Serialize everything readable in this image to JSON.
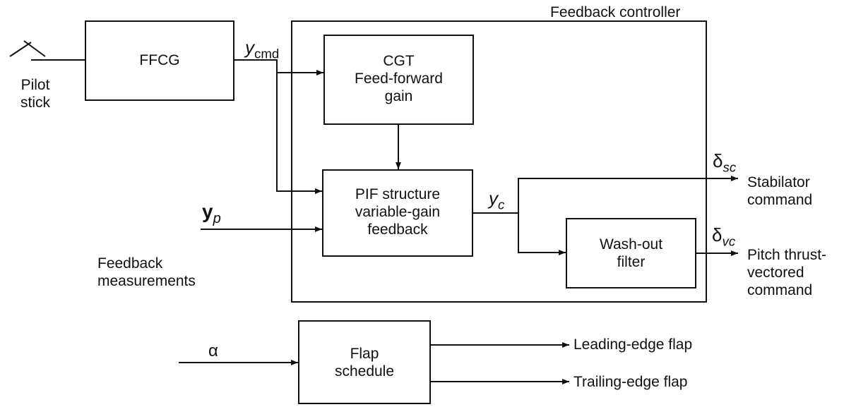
{
  "pilot_stick": {
    "line1": "Pilot",
    "line2": "stick"
  },
  "ffcg": {
    "label": "FFCG"
  },
  "y_cmd": {
    "base": "y",
    "sub": "cmd"
  },
  "feedback_controller": {
    "title": "Feedback controller"
  },
  "cgt": {
    "line1": "CGT",
    "line2": "Feed-forward",
    "line3": "gain"
  },
  "pif": {
    "line1": "PIF structure",
    "line2": "variable-gain",
    "line3": "feedback"
  },
  "y_c": {
    "base": "y",
    "sub": "c"
  },
  "y_p": {
    "base": "y",
    "sub": "p"
  },
  "feedback_measurements": {
    "line1": "Feedback",
    "line2": "measurements"
  },
  "delta_sc": {
    "base": "δ",
    "sub": "sc"
  },
  "delta_vc": {
    "base": "δ",
    "sub": "vc"
  },
  "stabilator": {
    "line1": "Stabilator",
    "line2": "command"
  },
  "washout": {
    "line1": "Wash-out",
    "line2": "filter"
  },
  "pitch_thrust": {
    "line1": "Pitch thrust-",
    "line2": "vectored",
    "line3": "command"
  },
  "alpha": {
    "label": "α"
  },
  "flap_schedule": {
    "line1": "Flap",
    "line2": "schedule"
  },
  "leading_edge": {
    "label": "Leading-edge flap"
  },
  "trailing_edge": {
    "label": "Trailing-edge flap"
  }
}
